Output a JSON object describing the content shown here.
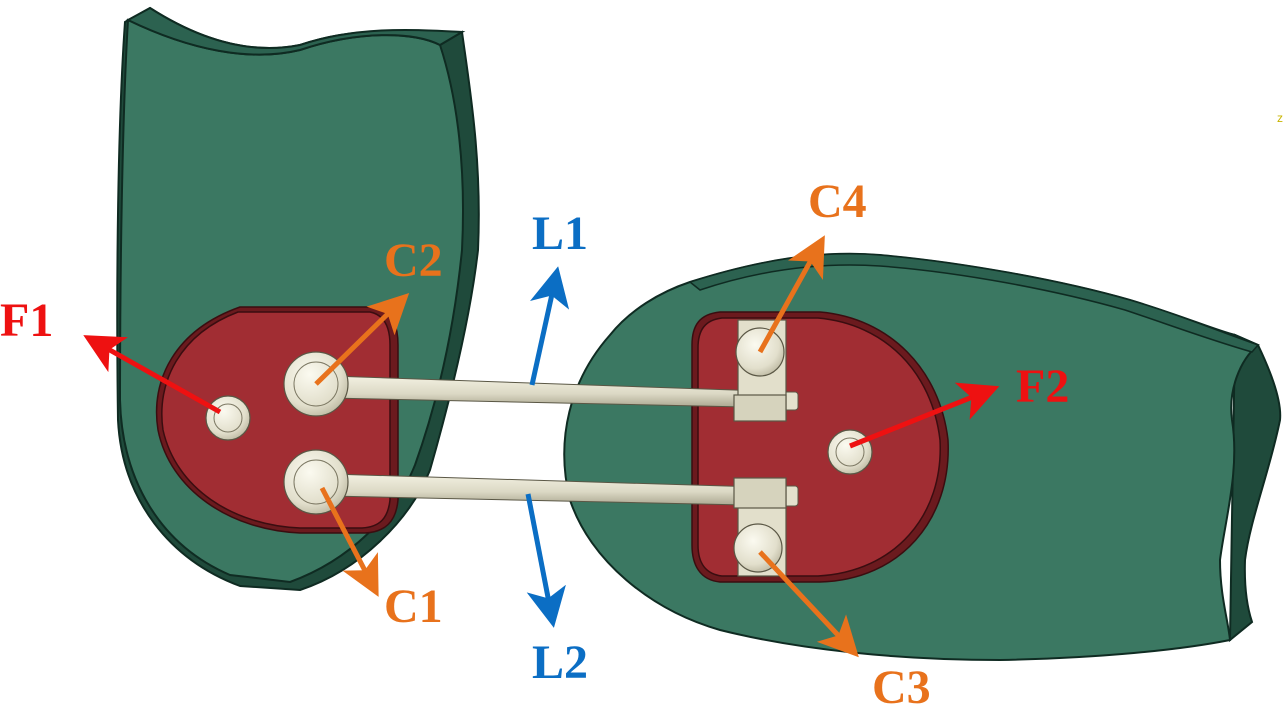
{
  "colors": {
    "body_green": "#3b7862",
    "body_green_dark": "#1f4a3b",
    "outline": "#0f2b22",
    "plate_red": "#a12d33",
    "plate_red_dark": "#6b1a1e",
    "pin": "#e9e7d8",
    "pin_shade": "#c9c6b0",
    "force_red": "#ee1111",
    "contact_orange": "#e8721c",
    "link_blue": "#0b6ec4",
    "axis_yellow": "#c8b400"
  },
  "labels": {
    "F1": "F1",
    "F2": "F2",
    "C1": "C1",
    "C2": "C2",
    "C3": "C3",
    "C4": "C4",
    "L1": "L1",
    "L2": "L2"
  },
  "axis_marker": "z"
}
